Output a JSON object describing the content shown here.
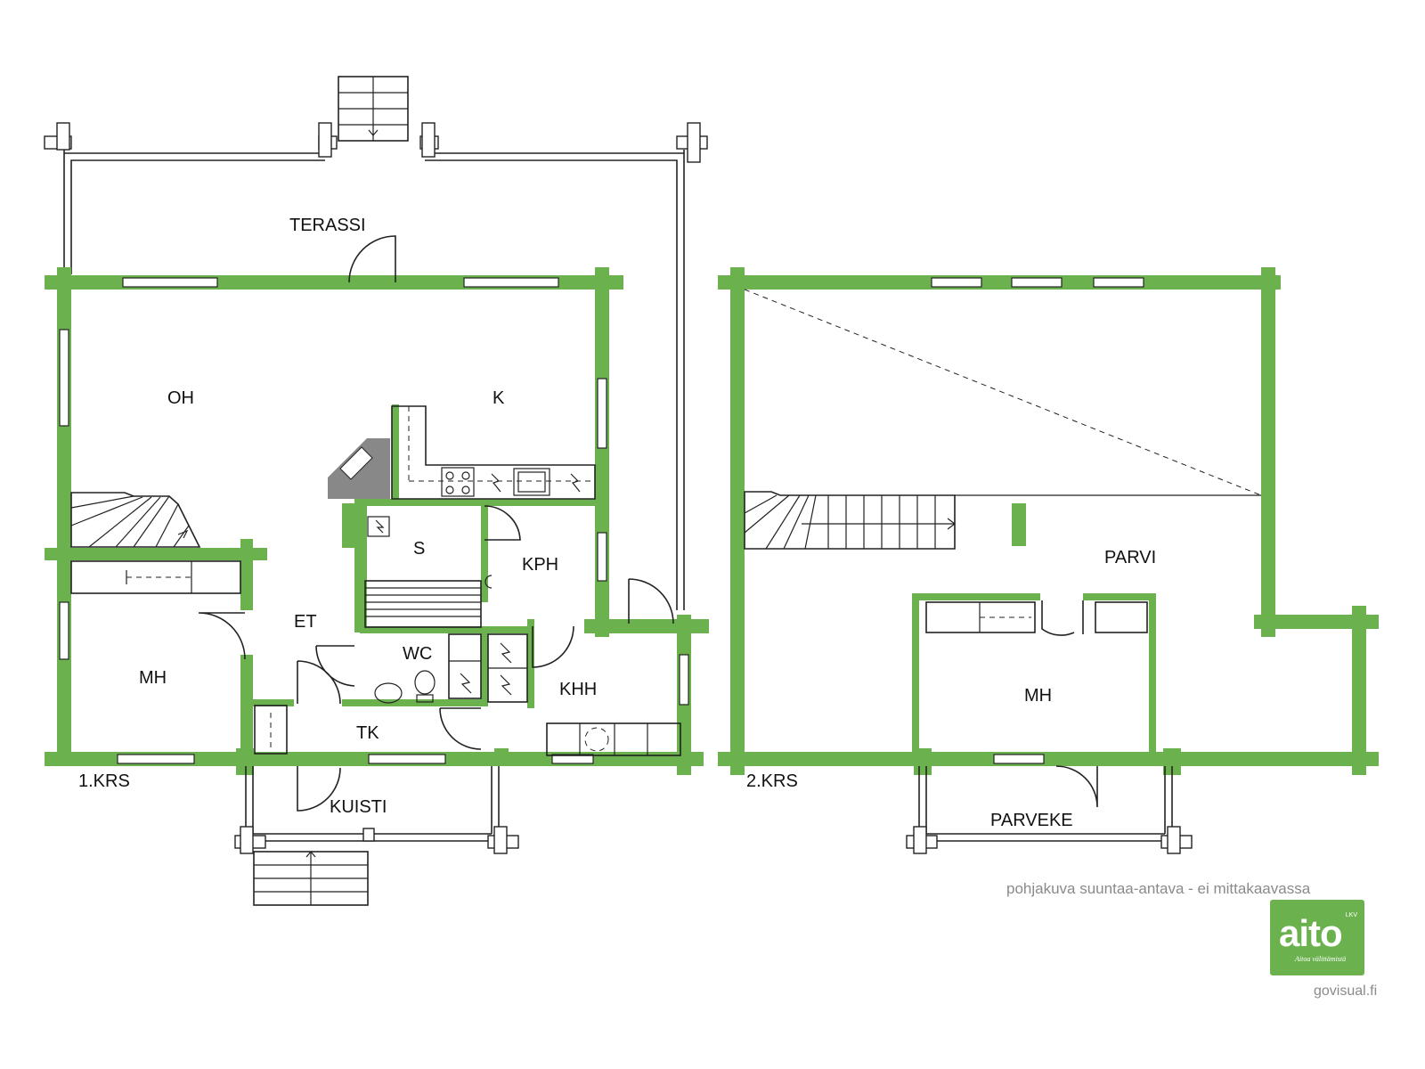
{
  "floors": [
    {
      "label": "1.KRS",
      "rooms": [
        "TERASSI",
        "OH",
        "K",
        "S",
        "KPH",
        "ET",
        "WC",
        "MH",
        "KHH",
        "TK",
        "KUISTI"
      ]
    },
    {
      "label": "2.KRS",
      "rooms": [
        "PARVI",
        "MH",
        "PARVEKE"
      ]
    }
  ],
  "disclaimer": "pohjakuva suuntaa-antava - ei mittakaavassa",
  "credit": "govisual.fi",
  "logo": {
    "text": "aito",
    "sup": "LKV",
    "tagline": "Aitoa välittämistä"
  },
  "colors": {
    "wall": "#6bb24f",
    "line": "#222222",
    "muted_text": "#8a8a8a"
  }
}
